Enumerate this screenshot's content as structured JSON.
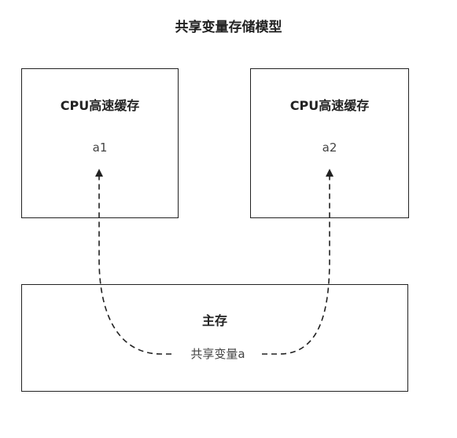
{
  "title": "共享变量存储模型",
  "cache_left": {
    "label": "CPU高速缓存",
    "variable": "a1"
  },
  "cache_right": {
    "label": "CPU高速缓存",
    "variable": "a2"
  },
  "main_memory": {
    "label": "主存",
    "shared_variable": "共享变量a"
  },
  "colors": {
    "line": "#222222",
    "text": "#222222",
    "background": "#ffffff"
  }
}
